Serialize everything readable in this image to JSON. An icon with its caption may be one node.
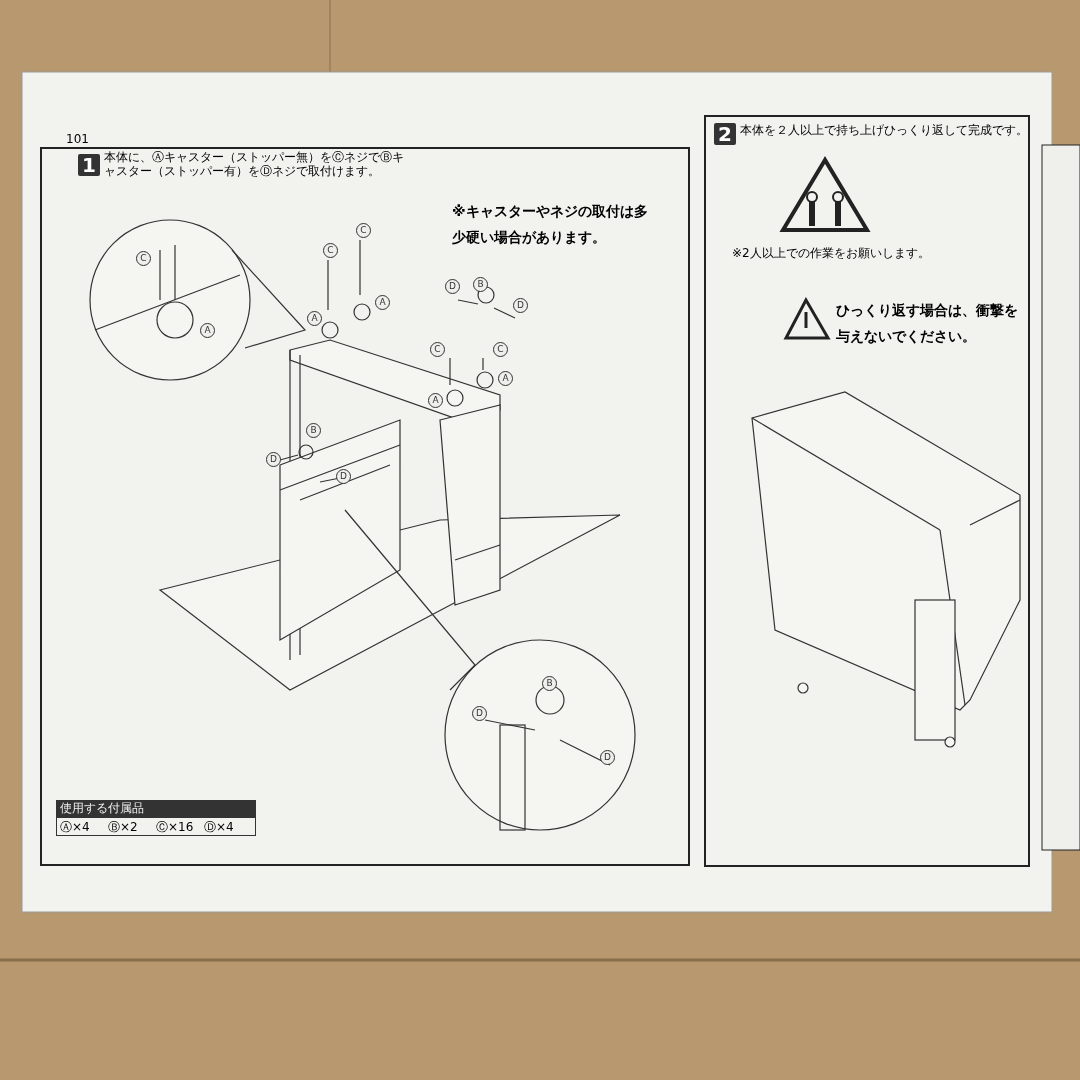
{
  "diagram": {
    "nodes": [
      {
        "text": [
          "1",
          "本体に、Ⓐキャスター（ストッパー無）をⒸネジでⒷキャスター（ストッパー有）をⒹネジで取付けます。",
          "※キャスターやネジの取付は多少硬い場合があります。"
        ],
        "beside": [
          "101"
        ]
      },
      {
        "text": [
          "2",
          "本体を２人以上で持ち上げひっくり返して完成です。",
          "※2人以上での作業をお願いします。",
          "ひっくり返す場合は、衝撃を与えないでください。"
        ]
      }
    ],
    "labels": [
      "C",
      "A",
      "C",
      "C",
      "A",
      "A",
      "D",
      "B",
      "D",
      "C",
      "C",
      "A",
      "A",
      "B",
      "D",
      "D",
      "B",
      "D",
      "D",
      "使用する付属品",
      "Ⓐ×4",
      "Ⓑ×2",
      "Ⓒ×16",
      "Ⓓ×4"
    ]
  }
}
